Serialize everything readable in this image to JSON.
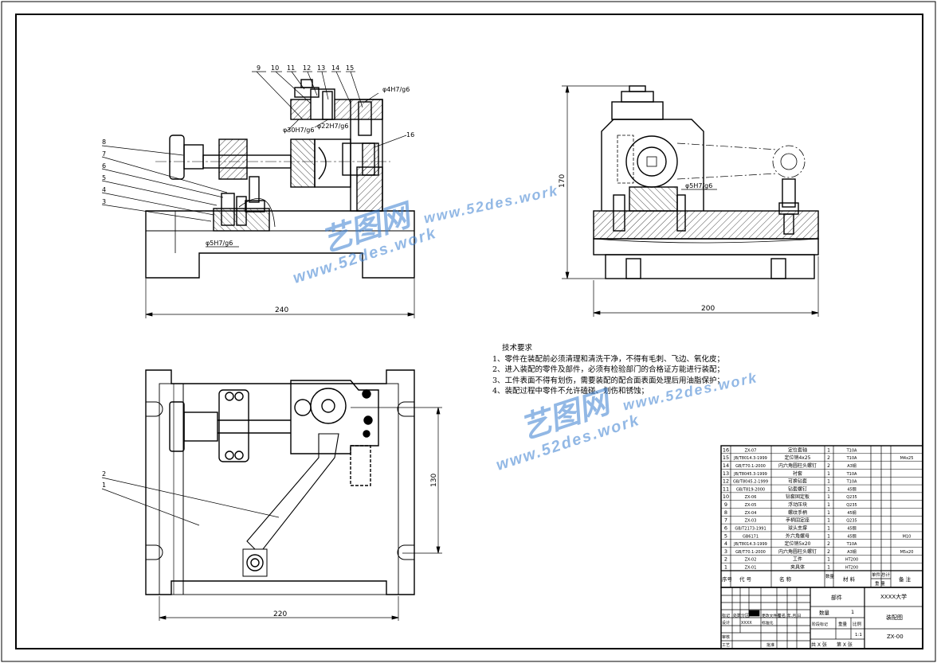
{
  "balloons": [
    "9",
    "10",
    "11",
    "12",
    "13",
    "14",
    "15",
    "16",
    "8",
    "7",
    "6",
    "5",
    "4",
    "3",
    "2",
    "1"
  ],
  "fits": {
    "f1": "φ4H7/g6",
    "f2": "φ30H7/g6",
    "f3": "φ22H7/g6",
    "f4": "φ5H7/g6",
    "f5": "φ5H7/g6"
  },
  "dimensions": {
    "front_width": "240",
    "side_width": "200",
    "side_height": "170",
    "top_width": "220",
    "top_height": "130"
  },
  "requirements": {
    "title": "技术要求",
    "items": [
      "1、零件在装配前必须清理和清洗干净，不得有毛刺、飞边、氧化皮；",
      "2、进入装配的零件及部件，必须有检验部门的合格证方能进行装配；",
      "3、工件表面不得有划伤，需要装配的配合面表面处理后用油脂保护；",
      "4、装配过程中零件不允许磕碰、划伤和锈蚀；"
    ]
  },
  "watermark": {
    "logo": "艺图网",
    "url": "www.52des.work"
  },
  "bom": {
    "rows": [
      {
        "no": "16",
        "code": "ZX-07",
        "name": "定位套轴",
        "qty": "1",
        "mat": "T10A",
        "note": ""
      },
      {
        "no": "15",
        "code": "JB/T8014.3-1999",
        "name": "定位销4x25",
        "qty": "2",
        "mat": "T10A",
        "note": "M4x25"
      },
      {
        "no": "14",
        "code": "GB/T70.1-2000",
        "name": "内六角圆柱头螺钉",
        "qty": "2",
        "mat": "A3钢",
        "note": ""
      },
      {
        "no": "13",
        "code": "JB/T8045.3-1999",
        "name": "衬套",
        "qty": "1",
        "mat": "T10A",
        "note": ""
      },
      {
        "no": "12",
        "code": "GB/T8045.2-1999",
        "name": "可换钻套",
        "qty": "1",
        "mat": "T10A",
        "note": ""
      },
      {
        "no": "11",
        "code": "GB/T819-2000",
        "name": "钻套螺钉",
        "qty": "1",
        "mat": "45钢",
        "note": ""
      },
      {
        "no": "10",
        "code": "ZX-06",
        "name": "钻套固定板",
        "qty": "1",
        "mat": "Q235",
        "note": ""
      },
      {
        "no": "9",
        "code": "ZX-05",
        "name": "浮动压块",
        "qty": "1",
        "mat": "Q235",
        "note": ""
      },
      {
        "no": "8",
        "code": "ZX-04",
        "name": "螺纹手柄",
        "qty": "1",
        "mat": "45钢",
        "note": ""
      },
      {
        "no": "7",
        "code": "ZX-03",
        "name": "手柄固定座",
        "qty": "1",
        "mat": "Q235",
        "note": ""
      },
      {
        "no": "6",
        "code": "GB/T2173-1991",
        "name": "球头支撑",
        "qty": "1",
        "mat": "45钢",
        "note": ""
      },
      {
        "no": "5",
        "code": "GB6171",
        "name": "外六角螺母",
        "qty": "1",
        "mat": "45钢",
        "note": "M10"
      },
      {
        "no": "4",
        "code": "JB/T8014.3-1999",
        "name": "定位销5x20",
        "qty": "2",
        "mat": "T10A",
        "note": ""
      },
      {
        "no": "3",
        "code": "GB/T70.1-2000",
        "name": "内六角圆柱头螺钉",
        "qty": "2",
        "mat": "A3钢",
        "note": "M5x20"
      },
      {
        "no": "2",
        "code": "ZX-02",
        "name": "工件",
        "qty": "1",
        "mat": "HT200",
        "note": ""
      },
      {
        "no": "1",
        "code": "ZX-01",
        "name": "夹具体",
        "qty": "1",
        "mat": "HT200",
        "note": ""
      }
    ],
    "header": {
      "no": "序号",
      "code": "代 号",
      "name": "名 称",
      "qty": "数量",
      "mat": "材 料",
      "unit": "单件",
      "total": "总计",
      "weight": "重 量",
      "note": "备 注"
    }
  },
  "title_block": {
    "part_label": "部件",
    "school": "XXXX大学",
    "qty_label": "数量",
    "qty_value": "1",
    "drawing_type": "装配图",
    "stage": "阶段标记",
    "weight": "重量",
    "scale_label": "比例",
    "scale": "1:1",
    "drawing_no": "ZX-00",
    "sheets": "共 X 张",
    "sheet": "第 X 张",
    "mark": "标记",
    "count": "处数",
    "zone": "分区",
    "change_doc": "更改文件号",
    "sign": "签名",
    "date": "年.月.日",
    "design": "设计",
    "design_name": "XXXX",
    "std": "标准化",
    "check": "审核",
    "process": "工艺",
    "approve": "批准"
  }
}
